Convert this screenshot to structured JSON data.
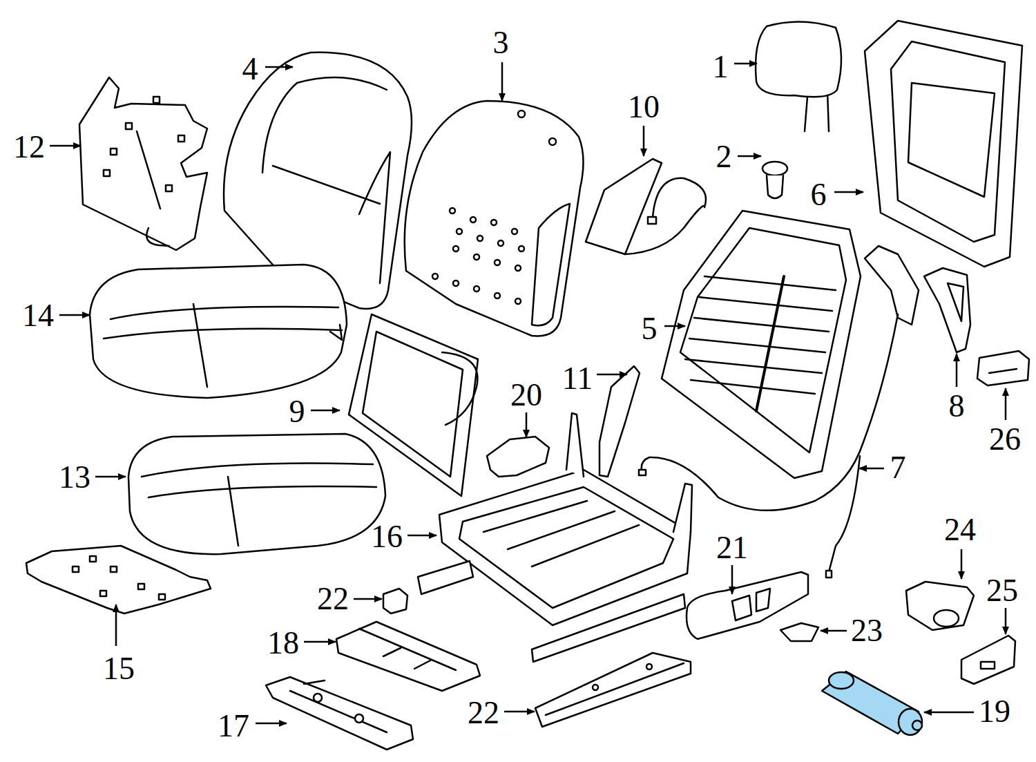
{
  "diagram": {
    "labels": [
      "3",
      "4",
      "1",
      "10",
      "12",
      "2",
      "6",
      "14",
      "5",
      "11",
      "20",
      "8",
      "9",
      "26",
      "7",
      "13",
      "24",
      "16",
      "21",
      "25",
      "22",
      "23",
      "18",
      "15",
      "19",
      "22",
      "17"
    ]
  }
}
